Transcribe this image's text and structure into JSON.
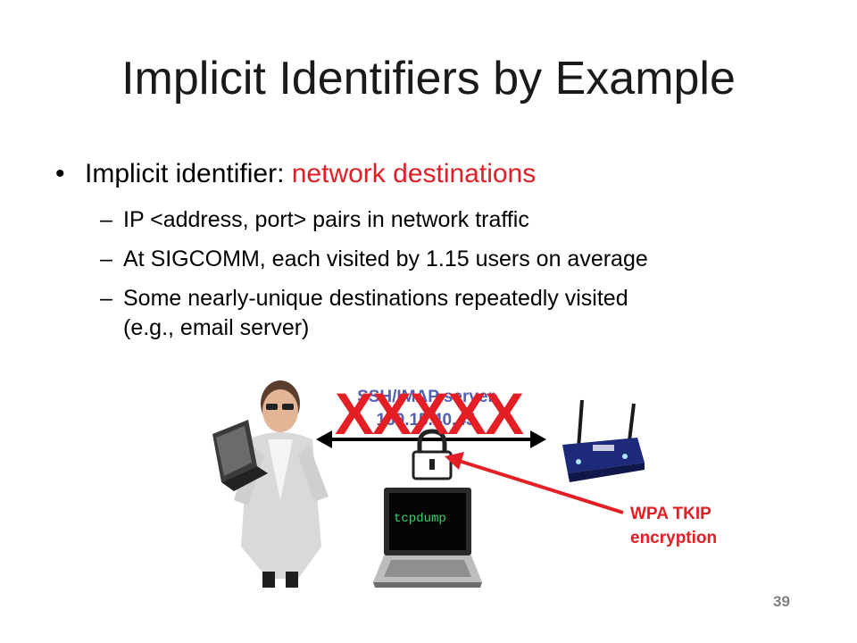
{
  "slide": {
    "title": "Implicit Identifiers by Example",
    "bullet": {
      "marker": "•",
      "lead": "Implicit identifier: ",
      "highlight": "network destinations"
    },
    "subbullets": [
      {
        "marker": "–",
        "lines": [
          "IP <address, port> pairs in network traffic"
        ]
      },
      {
        "marker": "–",
        "lines": [
          "At SIGCOMM, each visited by 1.15 users on average"
        ]
      },
      {
        "marker": "–",
        "lines": [
          "Some nearly-unique destinations repeatedly visited",
          "(e.g., email server)"
        ]
      }
    ],
    "diagram": {
      "server_label_line1": "SSH/IMAP server",
      "server_label_line2": "169.15.40.45",
      "cross_out": "XXXXX",
      "laptop_screen_text": "tcpdump",
      "annotation_line1": "WPA TKIP",
      "annotation_line2": "encryption",
      "icons": [
        "person-with-laptop-icon",
        "wireless-router-icon",
        "padlock-icon",
        "laptop-icon"
      ]
    },
    "page_number": "39",
    "colors": {
      "accent": "#e31e24",
      "server_label": "#3f4fa8",
      "terminal_green": "#3bd16f"
    }
  }
}
